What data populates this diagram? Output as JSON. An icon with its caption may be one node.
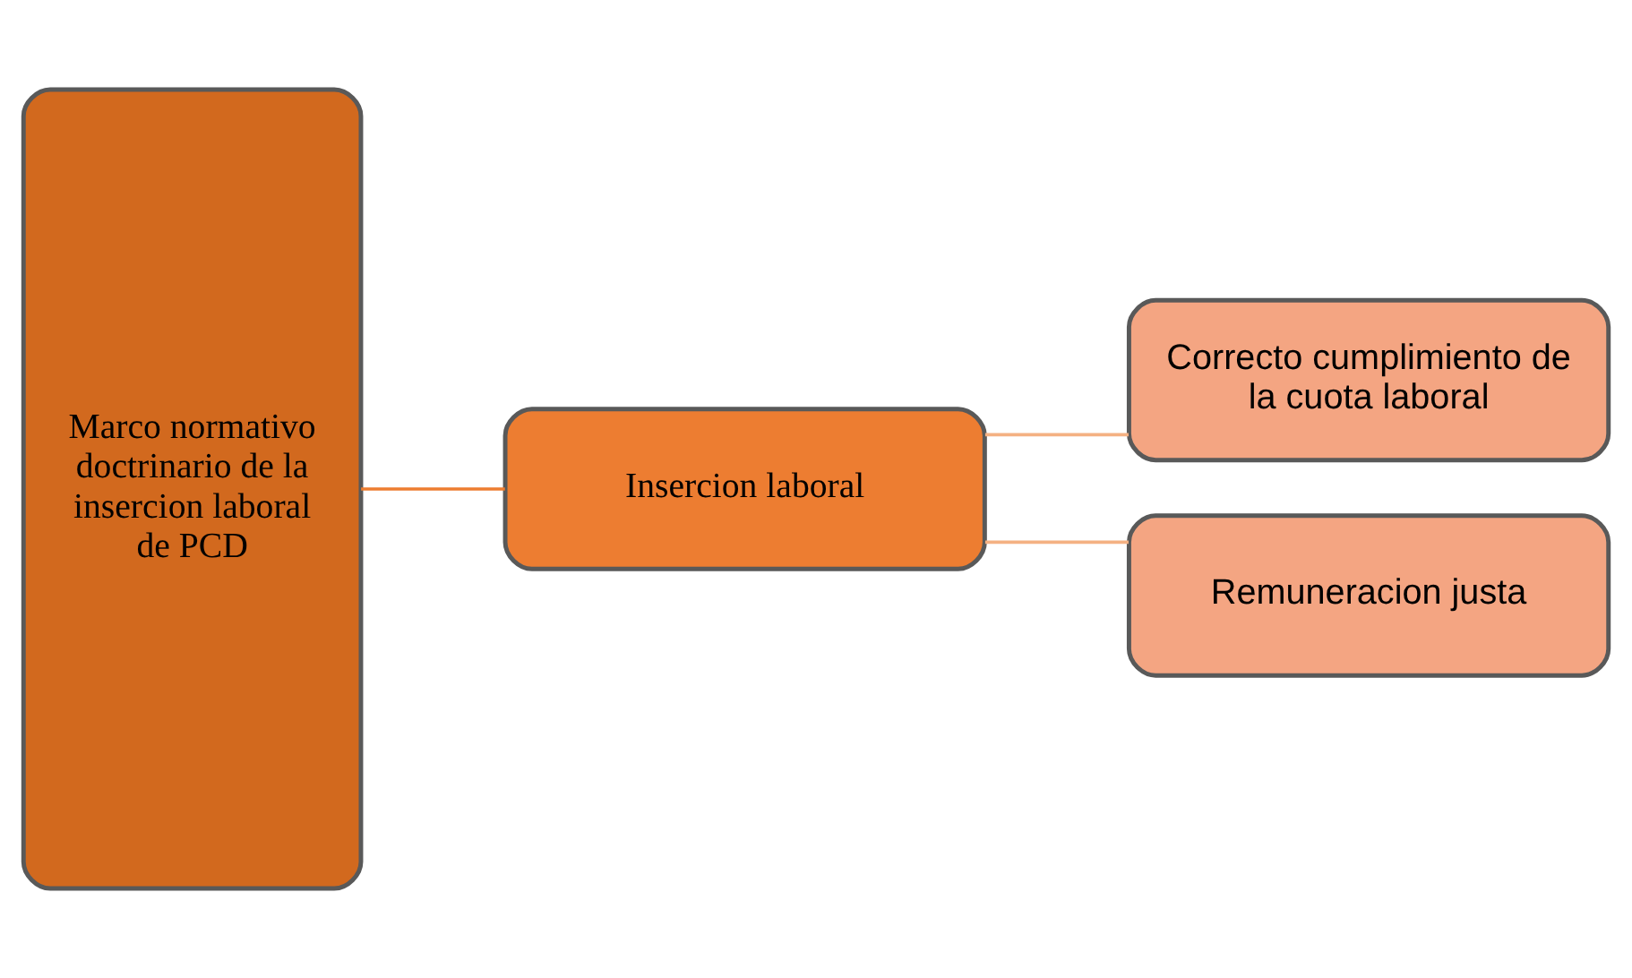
{
  "diagram": {
    "nodes": [
      {
        "text": [
          "Marco normativo doctrinario de la insercion laboral de PCD"
        ]
      },
      {
        "text": [
          "Insercion laboral"
        ]
      },
      {
        "text": [
          "Correcto cumplimiento de la cuota laboral"
        ]
      },
      {
        "text": [
          "Remuneracion justa"
        ]
      }
    ],
    "edges": [
      {
        "from": 0,
        "to": 1,
        "arrow": "none",
        "color": "#ed7d31"
      },
      {
        "from": 1,
        "to": 2,
        "arrow": "none"
      },
      {
        "from": 1,
        "to": 3,
        "arrow": "none"
      }
    ]
  }
}
